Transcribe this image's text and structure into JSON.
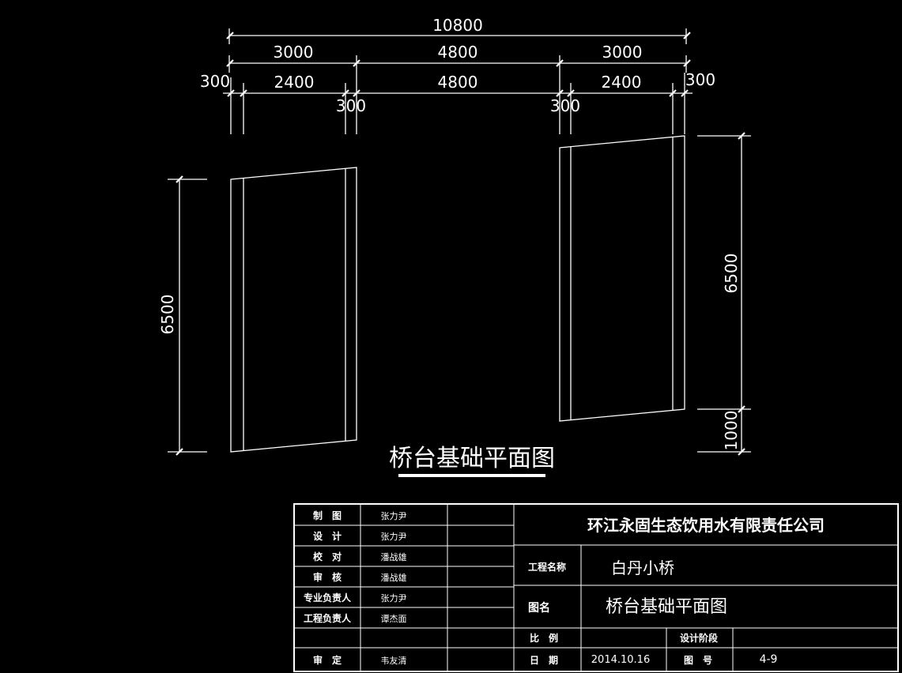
{
  "drawing": {
    "dimensions": {
      "overall": "10800",
      "left_span": "3000",
      "middle_span": "4800",
      "right_span": "3000",
      "left_edge": "300",
      "left_inner": "2400",
      "left_gap": "300",
      "middle_inner": "4800",
      "right_gap": "300",
      "right_inner": "2400",
      "right_edge": "300",
      "left_height": "6500",
      "right_height": "6500",
      "right_offset": "1000"
    },
    "title": "桥台基础平面图"
  },
  "title_block": {
    "company": "环江永固生态饮用水有限责任公司",
    "roles": [
      {
        "label": "制　图",
        "name": "张力尹"
      },
      {
        "label": "设　计",
        "name": "张力尹"
      },
      {
        "label": "校　对",
        "name": "潘战雄"
      },
      {
        "label": "审　核",
        "name": "潘战雄"
      },
      {
        "label": "专业负责人",
        "name": "张力尹"
      },
      {
        "label": "工程负责人",
        "name": "谭杰面"
      },
      {
        "label": "",
        "name": ""
      },
      {
        "label": "审　定",
        "name": "韦友清"
      }
    ],
    "project_label": "工程名称",
    "project_value": "白丹小桥",
    "drawing_name_label": "图名",
    "drawing_name_value": "桥台基础平面图",
    "scale_label": "比　例",
    "scale_value": "",
    "stage_label": "设计阶段",
    "stage_value": "",
    "date_label": "日　期",
    "date_value": "2014.10.16",
    "number_label": "图　号",
    "number_value": "4-9"
  }
}
